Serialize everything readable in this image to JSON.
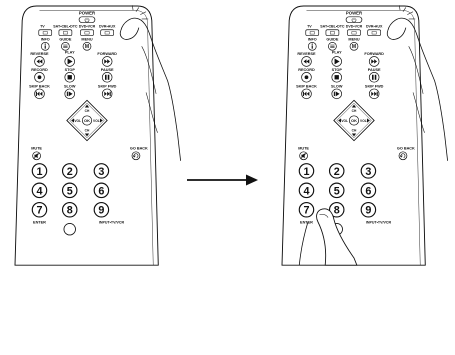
{
  "remote": {
    "power_label": "POWER",
    "device_labels": [
      "TV",
      "SAT•CBL•DTC",
      "DVD•VCR",
      "DVR•AUX"
    ],
    "device_icons": [
      "tv-icon",
      "sat-icon",
      "dvd-icon",
      "dvr-icon"
    ],
    "menu_row": [
      {
        "label": "INFO",
        "icon": "info-icon"
      },
      {
        "label": "GUIDE",
        "icon": "guide-icon"
      },
      {
        "label": "MENU",
        "icon": "menu-m-icon"
      }
    ],
    "transport_rows": [
      [
        {
          "label": "REVERSE",
          "icon": "rewind-icon"
        },
        {
          "label": "PLAY",
          "icon": "play-icon"
        },
        {
          "label": "FORWARD",
          "icon": "fast-forward-icon"
        }
      ],
      [
        {
          "label": "RECORD",
          "icon": "record-icon"
        },
        {
          "label": "STOP",
          "icon": "stop-icon"
        },
        {
          "label": "PAUSE",
          "icon": "pause-icon"
        }
      ],
      [
        {
          "label": "SKIP BACK",
          "icon": "skip-back-icon"
        },
        {
          "label": "SLOW",
          "icon": "slow-icon"
        },
        {
          "label": "SKIP FWD",
          "icon": "skip-forward-icon"
        }
      ]
    ],
    "dpad": {
      "ok": "OK",
      "ch": "CH",
      "vol": "VOL"
    },
    "mute_label": "MUTE",
    "go_back_label": "GO BACK",
    "digits": [
      "1",
      "2",
      "3",
      "4",
      "5",
      "6",
      "7",
      "8",
      "9"
    ],
    "enter_label": "ENTER",
    "input_label": "INPUT•TV/VCR"
  }
}
